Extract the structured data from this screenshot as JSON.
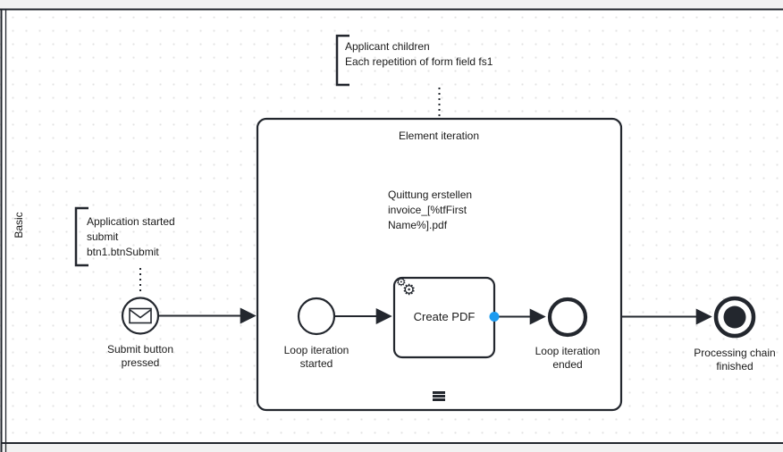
{
  "diagram": {
    "lane_label": "Basic",
    "subprocess": {
      "title": "Element iteration"
    },
    "task": {
      "label": "Create PDF"
    },
    "events": {
      "message_start": {
        "label": "Submit button pressed"
      },
      "loop_start": {
        "label": "Loop iteration started"
      },
      "loop_end": {
        "label": "Loop iteration ended"
      },
      "terminate_end": {
        "label": "Processing chain finished"
      }
    },
    "annotations": [
      {
        "lines": [
          "Applicant children",
          "Each repetition of form field fs1"
        ]
      },
      {
        "lines": [
          "Application started",
          "submit",
          "btn1.btnSubmit"
        ]
      },
      {
        "lines": [
          "Quittung erstellen",
          "invoice_[%tfFirst",
          "Name%].pdf"
        ]
      }
    ],
    "icons": {
      "gear_glyph": "⚙"
    },
    "colors": {
      "stroke": "#23272e",
      "connection_point": "#1c9bf0"
    }
  }
}
